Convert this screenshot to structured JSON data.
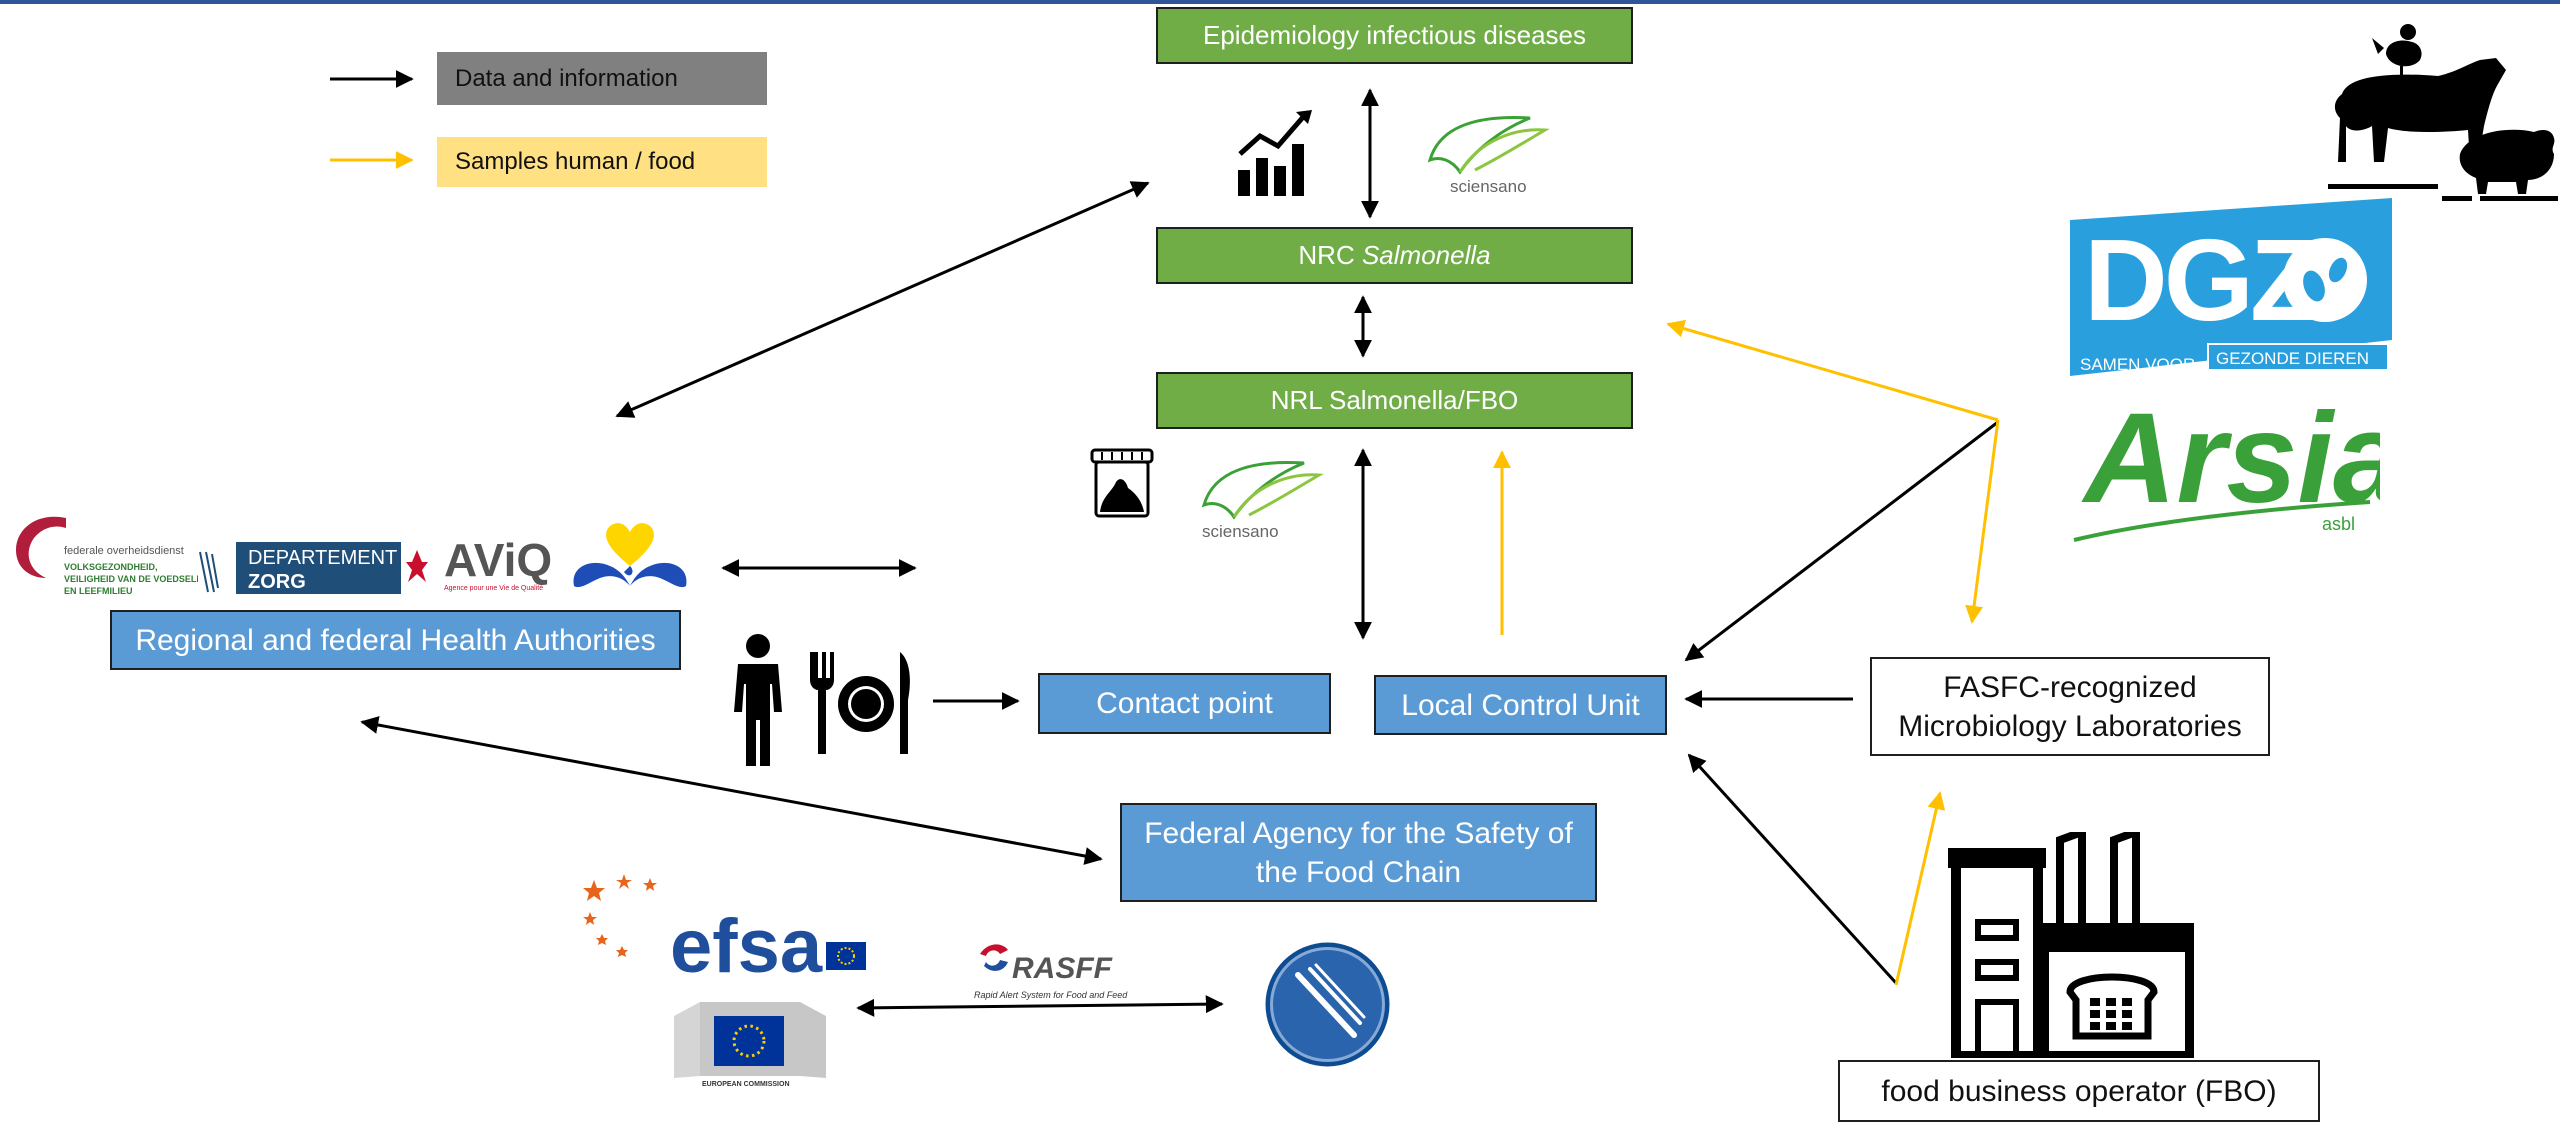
{
  "colors": {
    "green_box": "#70ad47",
    "blue_box": "#5b9bd5",
    "legend_data": "#808080",
    "legend_samples": "#ffe083",
    "arrow_samples": "#ffc000",
    "arrow_data": "#000000",
    "top_bar": "#2f5597"
  },
  "legend": {
    "data_label": "Data and information",
    "samples_label": "Samples human / food"
  },
  "nodes": {
    "epidemiology": "Epidemiology infectious diseases",
    "nrc_prefix": "NRC ",
    "nrc_italic": "Salmonella",
    "nrl": "NRL Salmonella/FBO",
    "health_authorities": "Regional and federal Health Authorities",
    "contact_point": "Contact point",
    "local_control_unit": "Local Control Unit",
    "fasfc_labs_line1": "FASFC-recognized",
    "fasfc_labs_line2": "Microbiology Laboratories",
    "federal_agency_line1": "Federal Agency for the Safety of",
    "federal_agency_line2": "the Food Chain",
    "fbo": "food business operator (FBO)"
  },
  "logos": {
    "sciensano_top": "sciensano",
    "sciensano_mid": "sciensano",
    "dgz": "DGZ",
    "dgz_tagline_left": "SAMEN VOOR",
    "dgz_tagline_right": "GEZONDE DIEREN",
    "arsia": "Arsia",
    "arsia_sub": "asbl",
    "fod_line1": "federale overheidsdienst",
    "fod_line2": "VOLKSGEZONDHEID,",
    "fod_line3": "VEILIGHEID VAN DE VOEDSELKETEN",
    "fod_line4": "EN LEEFMILIEU",
    "departement": "DEPARTEMENT",
    "zorg": "ZORG",
    "aviq": "AViQ",
    "aviq_sub": "Agence pour une Vie de Qualité",
    "efsa": "efsa",
    "rasff": "RASFF",
    "rasff_sub": "Rapid Alert System for Food and Feed",
    "ec": "EUROPEAN COMMISSION"
  },
  "icons": {
    "chart": "growth-chart-icon",
    "sample_container": "sample-container-icon",
    "person": "person-icon",
    "food": "fork-plate-knife-icon",
    "animals": "farm-animals-icon",
    "factory": "food-factory-icon",
    "fasfc": "fasfc-emblem-icon"
  }
}
